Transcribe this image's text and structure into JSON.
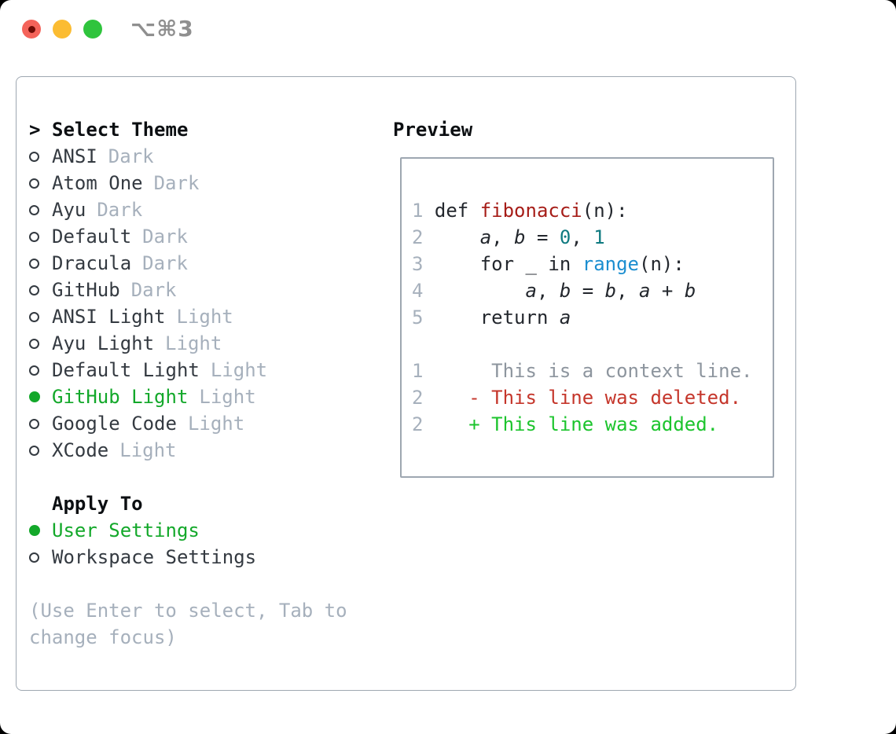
{
  "titlebar": {
    "title": "⌥⌘3"
  },
  "colors": {
    "ink": "#0c0f12",
    "name": "#343a41",
    "muted": "#a6b0bc",
    "ctx": "#8d959e",
    "sel": "#13a82a",
    "add": "#1cc42d",
    "del": "#c5362b",
    "fn": "#a61d18",
    "num": "#0f7a80",
    "call": "#1b8ed0",
    "border": "#9ea7b1",
    "code": "#23272d",
    "titlegray": "#8f8f8f",
    "tlred": "#f4635a",
    "tlyellow": "#fbbc32",
    "tlgreen": "#2fc43d",
    "tldot": "#6e0b05"
  },
  "theme_panel": {
    "prompt": ">",
    "header": "Select Theme",
    "items": [
      {
        "name": "ANSI",
        "variant": "Dark",
        "selected": false
      },
      {
        "name": "Atom One",
        "variant": "Dark",
        "selected": false
      },
      {
        "name": "Ayu",
        "variant": "Dark",
        "selected": false
      },
      {
        "name": "Default",
        "variant": "Dark",
        "selected": false
      },
      {
        "name": "Dracula",
        "variant": "Dark",
        "selected": false
      },
      {
        "name": "GitHub",
        "variant": "Dark",
        "selected": false
      },
      {
        "name": "ANSI Light",
        "variant": "Light",
        "selected": false
      },
      {
        "name": "Ayu Light",
        "variant": "Light",
        "selected": false
      },
      {
        "name": "Default Light",
        "variant": "Light",
        "selected": false
      },
      {
        "name": "GitHub Light",
        "variant": "Light",
        "selected": true
      },
      {
        "name": "Google Code",
        "variant": "Light",
        "selected": false
      },
      {
        "name": "XCode",
        "variant": "Light",
        "selected": false
      }
    ],
    "apply_header": "Apply To",
    "apply_items": [
      {
        "name": "User Settings",
        "selected": true
      },
      {
        "name": "Workspace Settings",
        "selected": false
      }
    ],
    "hint_line1": "(Use Enter to select, Tab to",
    "hint_line2": "change focus)"
  },
  "preview": {
    "header": "Preview",
    "lines": [
      [
        [
          "ln",
          "1"
        ],
        [
          "pl",
          " def "
        ],
        [
          "fn",
          "fibonacci"
        ],
        [
          "pl",
          "(n):"
        ]
      ],
      [
        [
          "ln",
          "2"
        ],
        [
          "pl",
          "     "
        ],
        [
          "it",
          "a"
        ],
        [
          "pl",
          ", "
        ],
        [
          "it",
          "b"
        ],
        [
          "pl",
          " = "
        ],
        [
          "nm",
          "0"
        ],
        [
          "pl",
          ", "
        ],
        [
          "nm",
          "1"
        ]
      ],
      [
        [
          "ln",
          "3"
        ],
        [
          "pl",
          "     for _ in "
        ],
        [
          "cl",
          "range"
        ],
        [
          "pl",
          "(n):"
        ]
      ],
      [
        [
          "ln",
          "4"
        ],
        [
          "pl",
          "         "
        ],
        [
          "it",
          "a"
        ],
        [
          "pl",
          ", "
        ],
        [
          "it",
          "b"
        ],
        [
          "pl",
          " = "
        ],
        [
          "it",
          "b"
        ],
        [
          "pl",
          ", "
        ],
        [
          "it",
          "a"
        ],
        [
          "pl",
          " + "
        ],
        [
          "it",
          "b"
        ]
      ],
      [
        [
          "ln",
          "5"
        ],
        [
          "pl",
          "     return "
        ],
        [
          "it",
          "a"
        ]
      ],
      [],
      [
        [
          "ln",
          "1"
        ],
        [
          "ctx",
          "      This is a context line."
        ]
      ],
      [
        [
          "ln",
          "2"
        ],
        [
          "del",
          "    - This line was deleted."
        ]
      ],
      [
        [
          "ln",
          "2"
        ],
        [
          "add",
          "    + This line was added."
        ]
      ]
    ]
  }
}
